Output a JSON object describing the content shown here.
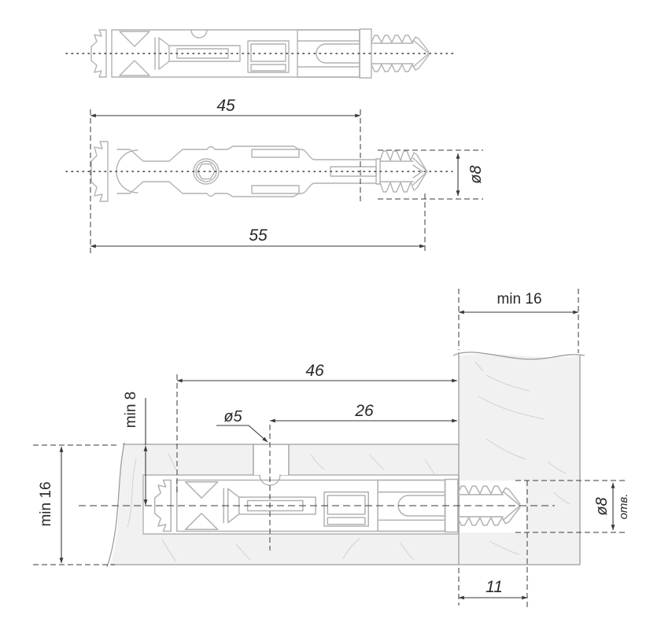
{
  "colors": {
    "background": "#ffffff",
    "part_line": "#b2b2b2",
    "panel_fill": "#f1f1f1",
    "panel_line": "#9c9c9c",
    "grain_line": "#d2d2d2",
    "dimension_line": "#3a3a3a",
    "text": "#282828"
  },
  "plan_view": {
    "dim_45": "45",
    "dim_55": "55",
    "dim_dia8": "ø8"
  },
  "installation_view": {
    "dim_min16_top": "min 16",
    "dim_46": "46",
    "dim_26": "26",
    "dim_dia5": "ø5",
    "dim_min8": "min 8",
    "dim_min16_left": "min 16",
    "dim_dia8_hole": "ø8",
    "dim_dia8_hole_suffix": "отв.",
    "dim_11": "11"
  }
}
